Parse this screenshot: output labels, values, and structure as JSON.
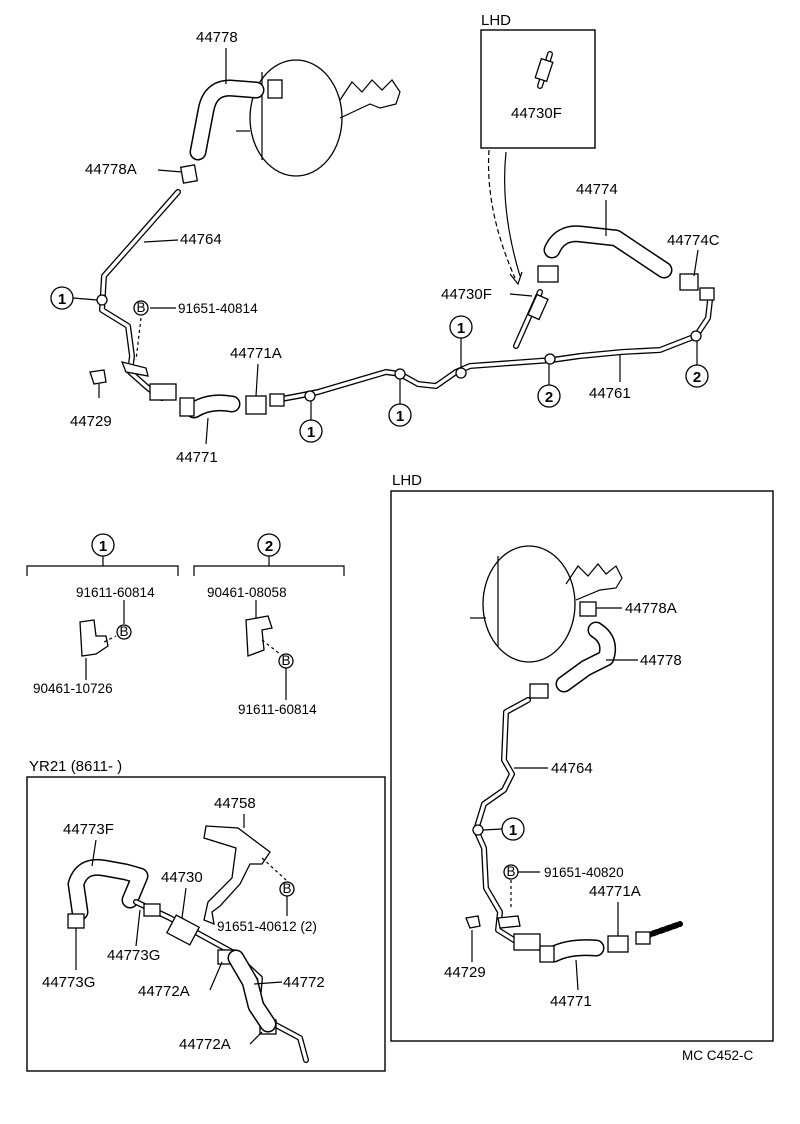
{
  "top": {
    "lhd_box_label": "LHD",
    "labels": {
      "p44778": "44778",
      "p44778A": "44778A",
      "p44764": "44764",
      "p91651_40814": "91651-40814",
      "p44729": "44729",
      "p44771A": "44771A",
      "p44771": "44771",
      "p44730F_inset": "44730F",
      "p44774": "44774",
      "p44774C": "44774C",
      "p44730F": "44730F",
      "p44761": "44761"
    },
    "markers": {
      "one": "1",
      "two": "2",
      "b": "B"
    }
  },
  "clamp_detail": {
    "group1": {
      "number": "1",
      "bolt": "91611-60814",
      "clamp": "90461-10726"
    },
    "group2": {
      "number": "2",
      "clamp": "90461-08058",
      "bolt": "91611-60814"
    }
  },
  "yr21_box": {
    "title": "YR21 (8611-        )",
    "labels": {
      "p44773F": "44773F",
      "p44758": "44758",
      "p44730": "44730",
      "p44773G_a": "44773G",
      "p44773G_b": "44773G",
      "p91651_40612": "91651-40612 (2)",
      "p44772A_a": "44772A",
      "p44772": "44772",
      "p44772A_b": "44772A"
    }
  },
  "lhd_lower_box": {
    "title": "LHD",
    "labels": {
      "p44778A": "44778A",
      "p44778": "44778",
      "p44764": "44764",
      "p91651_40820": "91651-40820",
      "p44771A": "44771A",
      "p44729": "44729",
      "p44771": "44771"
    }
  },
  "footer": {
    "code": "MC C452-C"
  }
}
